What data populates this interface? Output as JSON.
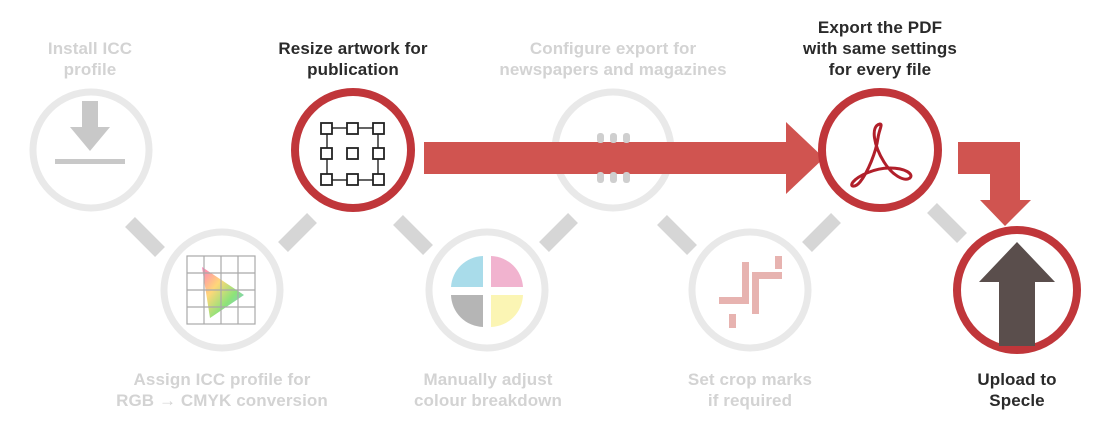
{
  "steps": [
    {
      "key": "install",
      "label": "Install ICC\nprofile",
      "state": "faded",
      "icon": "download-icon"
    },
    {
      "key": "assign",
      "label": "Assign ICC profile for\nRGB → CMYK conversion",
      "state": "faded",
      "icon": "color-gamut-grid-icon"
    },
    {
      "key": "resize",
      "label": "Resize artwork for\npublication",
      "state": "active",
      "icon": "resize-frame-icon"
    },
    {
      "key": "adjust",
      "label": "Manually adjust\ncolour breakdown",
      "state": "faded",
      "icon": "cmyk-quadrants-icon"
    },
    {
      "key": "configure",
      "label": "Configure export for\nnewspapers and magazines",
      "state": "faded",
      "icon": "settings-dots-icon"
    },
    {
      "key": "crop",
      "label": "Set crop marks\nif required",
      "state": "faded",
      "icon": "crop-marks-icon"
    },
    {
      "key": "export",
      "label": "Export the PDF\nwith same settings\nfor every file",
      "state": "active",
      "icon": "acrobat-pdf-icon"
    },
    {
      "key": "upload",
      "label": "Upload to\nSpecle",
      "state": "active",
      "icon": "upload-arrow-icon"
    }
  ],
  "colors": {
    "accent_red": "#c0363a",
    "arrow_red": "#d05450",
    "faded_gray": "#e6e6e6",
    "connector_gray": "#d6d6d6",
    "icon_gray": "#c8c8c8",
    "upload_arrow": "#5a4e4c",
    "text_dark": "#2a2a2a",
    "text_faded": "#d3d3d3",
    "cmyk_cyan": "#a9dcea",
    "cmyk_magenta": "#f1b3cf",
    "cmyk_yellow": "#fbf5b4",
    "cmyk_black": "#b5b5b5",
    "crop_pink": "#e7b3b0"
  }
}
